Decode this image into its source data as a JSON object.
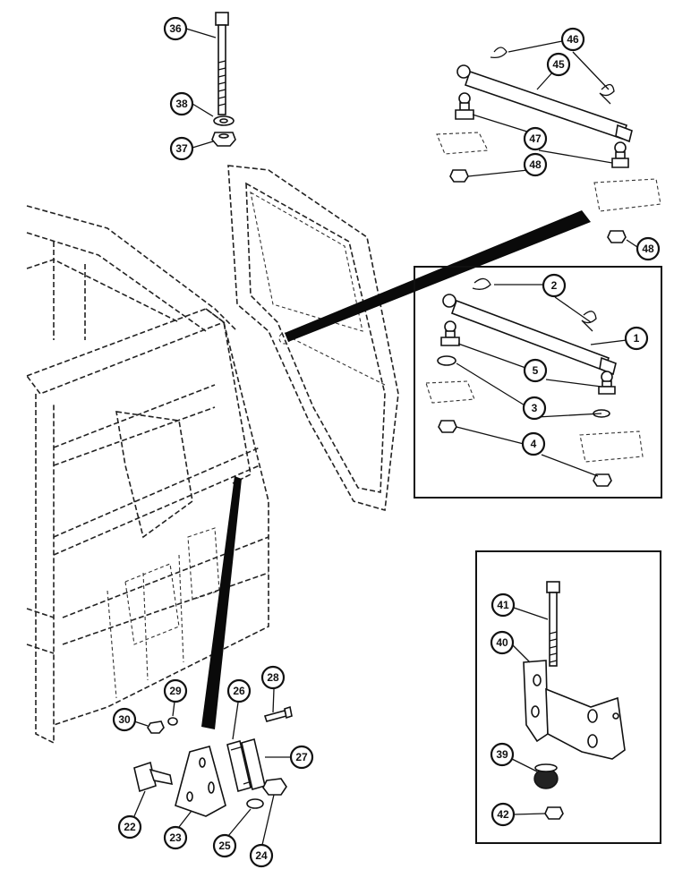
{
  "callouts": {
    "c36": "36",
    "c38": "38",
    "c37": "37",
    "c46": "46",
    "c45": "45",
    "c47": "47",
    "c48a": "48",
    "c48b": "48",
    "c2": "2",
    "c1": "1",
    "c5": "5",
    "c3": "3",
    "c4": "4",
    "c41": "41",
    "c40": "40",
    "c39": "39",
    "c42": "42",
    "c28": "28",
    "c26": "26",
    "c27": "27",
    "c29": "29",
    "c30": "30",
    "c22": "22",
    "c23": "23",
    "c25": "25",
    "c24": "24"
  }
}
